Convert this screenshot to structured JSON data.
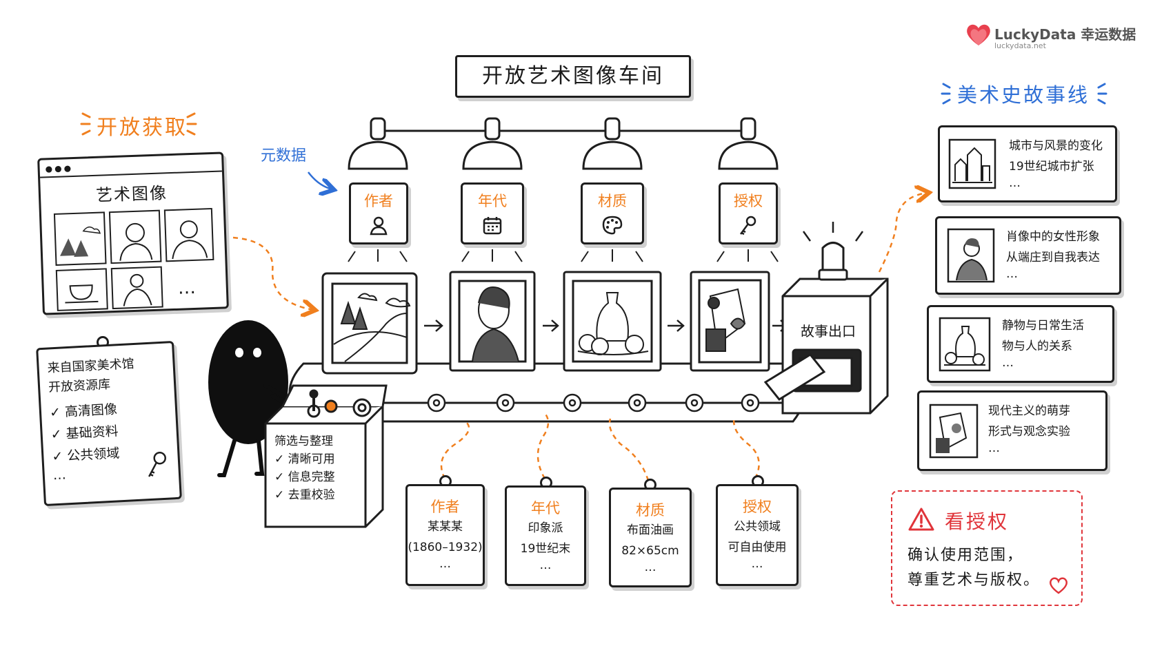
{
  "brand": {
    "name": "LuckyData 幸运数据",
    "url": "luckydata.net",
    "color": "#e8404e"
  },
  "title": "开放艺术图像车间",
  "left": {
    "section_title": "开放获取",
    "browser": {
      "title": "艺术图像",
      "more": "…"
    },
    "source_card": {
      "line1": "来自国家美术馆",
      "line2": "开放资源库",
      "items": [
        "高清图像",
        "基础资料",
        "公共领域"
      ],
      "more": "…"
    }
  },
  "metadata_label": "元数据",
  "lamps": [
    {
      "label": "作者",
      "icon": "person-icon"
    },
    {
      "label": "年代",
      "icon": "calendar-icon"
    },
    {
      "label": "材质",
      "icon": "palette-icon"
    },
    {
      "label": "授权",
      "icon": "key-icon"
    }
  ],
  "control_panel": {
    "title": "筛选与整理",
    "items": [
      "清晰可用",
      "信息完整",
      "去重校验"
    ]
  },
  "machine": {
    "label": "故事出口"
  },
  "tags": [
    {
      "title": "作者",
      "line1": "某某某",
      "line2": "(1860–1932)",
      "more": "…"
    },
    {
      "title": "年代",
      "line1": "印象派",
      "line2": "19世纪末",
      "more": "…"
    },
    {
      "title": "材质",
      "line1": "布面油画",
      "line2": "82×65cm",
      "more": "…"
    },
    {
      "title": "授权",
      "line1": "公共领域",
      "line2": "可自由使用",
      "more": "…"
    }
  ],
  "right": {
    "section_title": "美术史故事线",
    "stories": [
      {
        "line1": "城市与风景的变化",
        "line2": "19世纪城市扩张",
        "more": "…"
      },
      {
        "line1": "肖像中的女性形象",
        "line2": "从端庄到自我表达",
        "more": "…"
      },
      {
        "line1": "静物与日常生活",
        "line2": "物与人的关系",
        "more": "…"
      },
      {
        "line1": "现代主义的萌芽",
        "line2": "形式与观念实验",
        "more": "…"
      }
    ]
  },
  "warning": {
    "title": "看授权",
    "line1": "确认使用范围，",
    "line2": "尊重艺术与版权。"
  },
  "colors": {
    "orange": "#f07f1e",
    "blue": "#2f6fd6",
    "red": "#e0343a",
    "ink": "#1e1e1e"
  }
}
